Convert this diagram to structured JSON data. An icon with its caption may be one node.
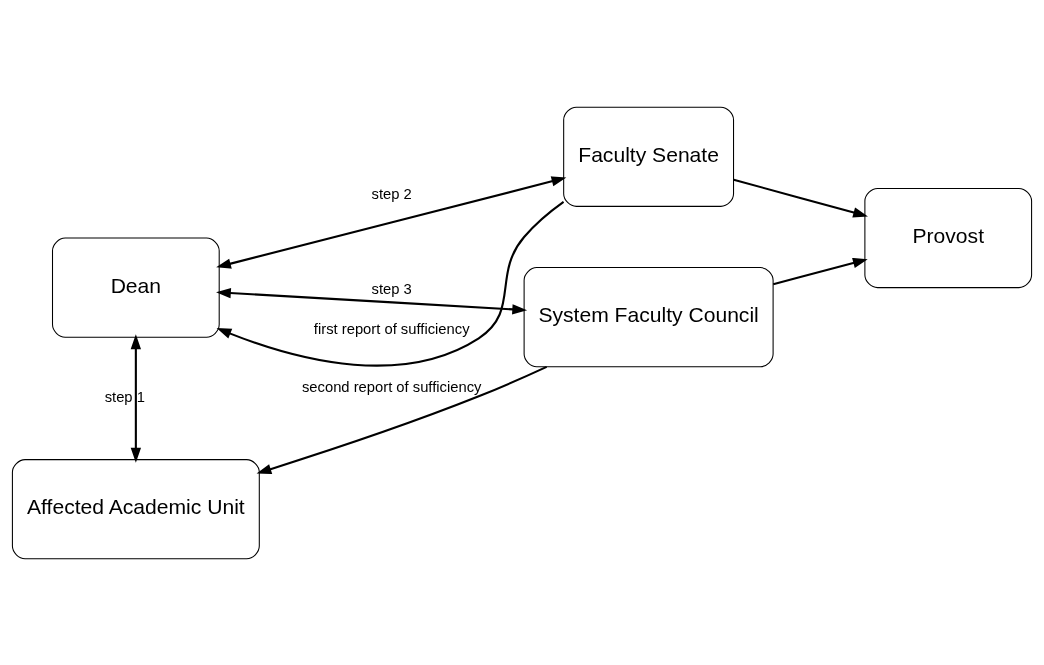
{
  "diagram": {
    "nodes": [
      {
        "text": [
          "Dean"
        ]
      },
      {
        "text": [
          "Faculty Senate"
        ]
      },
      {
        "text": [
          "Affected Academic Unit"
        ]
      },
      {
        "text": [
          "System Faculty Council"
        ]
      },
      {
        "text": [
          "Provost"
        ]
      }
    ],
    "edges": [
      {
        "from": 0,
        "to": 2,
        "arrow": "both",
        "label": "step 1"
      },
      {
        "from": 0,
        "to": 1,
        "arrow": "both",
        "label": "step 2"
      },
      {
        "from": 0,
        "to": 3,
        "arrow": "both",
        "label": "step 3"
      },
      {
        "from": 1,
        "to": 0,
        "arrow": "to",
        "label": "first report of sufficiency"
      },
      {
        "from": 1,
        "to": 4,
        "arrow": "to"
      },
      {
        "from": 3,
        "to": 2,
        "arrow": "to",
        "label": "second report of sufficiency"
      },
      {
        "from": 3,
        "to": 4,
        "arrow": "to"
      }
    ]
  }
}
